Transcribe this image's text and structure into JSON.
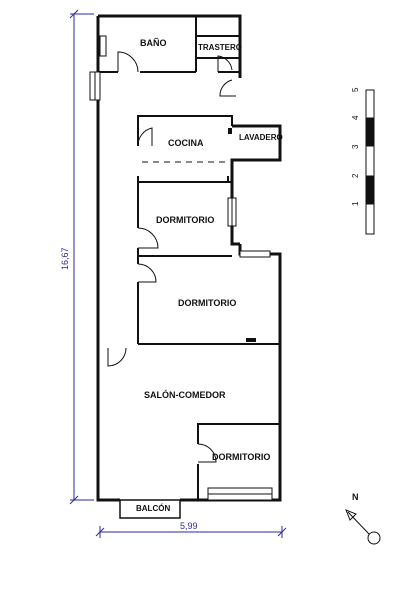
{
  "rooms": {
    "bano": "BAÑO",
    "trastero": "TRASTERO",
    "cocina": "COCINA",
    "lavadero": "LAVADERO",
    "dormitorio1": "DORMITORIO",
    "dormitorio2": "DORMITORIO",
    "salon": "SALÓN-COMEDOR",
    "dormitorio3": "DORMITORIO",
    "balcon": "BALCÓN"
  },
  "dimensions": {
    "length": "16,67",
    "width": "5,99",
    "line_color": "#2a2aa0"
  },
  "scale_bar": {
    "ticks": [
      "1",
      "2",
      "3",
      "4",
      "5"
    ]
  },
  "north": {
    "label": "N"
  }
}
